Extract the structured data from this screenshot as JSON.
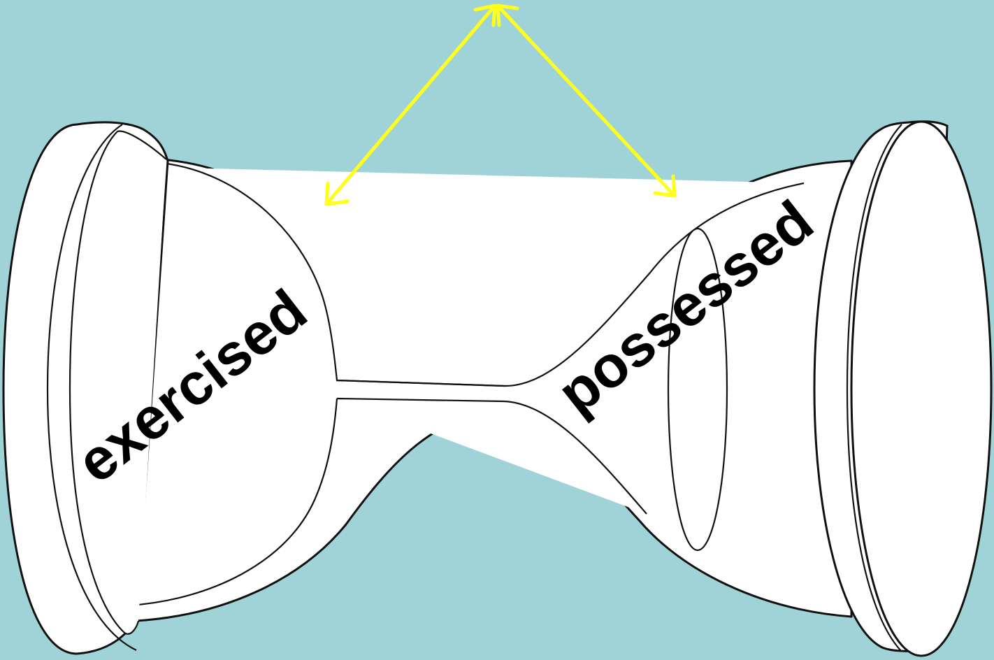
{
  "diagram": {
    "left_label": "exercised",
    "right_label": "possessed"
  },
  "colors": {
    "background": "#9fd3d7",
    "glass_fill": "#ffffff",
    "outline": "#111111",
    "arrow": "#ffff1a"
  },
  "icons": {
    "main_figure": "hourglass-on-side",
    "connector": "double-headed-arrow"
  }
}
